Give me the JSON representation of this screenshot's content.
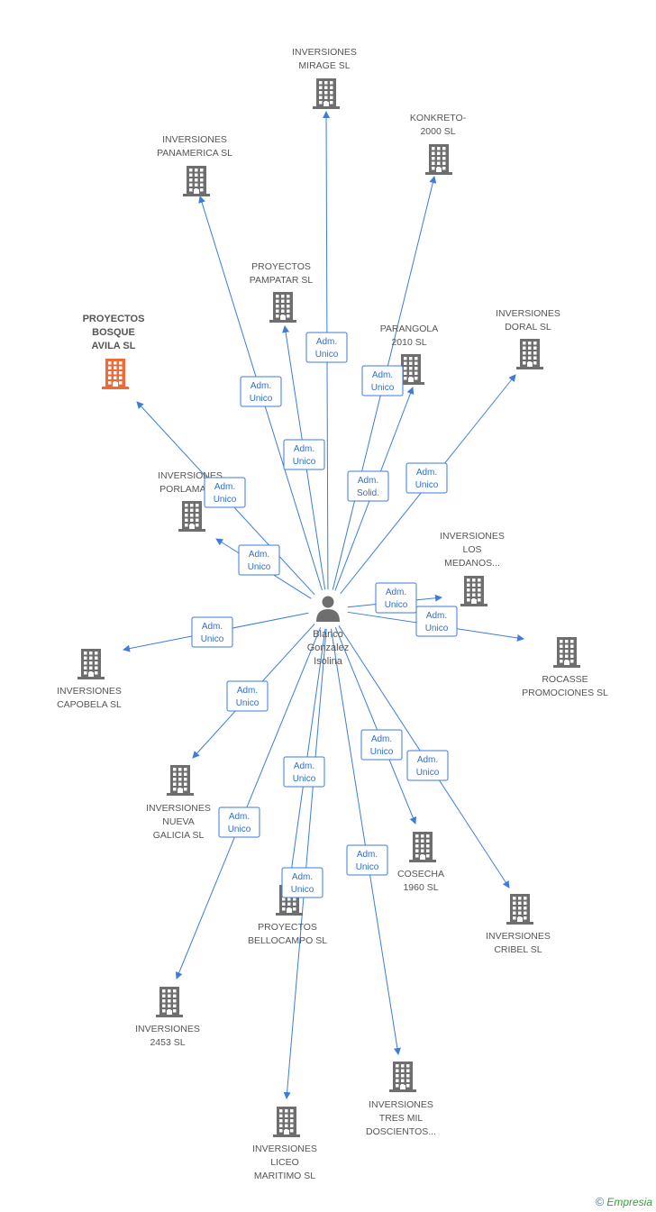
{
  "center": {
    "lines": [
      "Blanco",
      "Gonzalez",
      "Isolina"
    ],
    "icon": "person-icon"
  },
  "colors": {
    "edge": "#3b7dd8",
    "building": "#6e6e6e",
    "highlight": "#f06a35",
    "label": "#555555"
  },
  "nodes": [
    {
      "id": "mirage",
      "lines": [
        "INVERSIONES",
        "MIRAGE SL"
      ],
      "icon": "building-icon"
    },
    {
      "id": "konkreto",
      "lines": [
        "KONKRETO-",
        "2000 SL"
      ],
      "icon": "building-icon"
    },
    {
      "id": "panamerica",
      "lines": [
        "INVERSIONES",
        "PANAMERICA SL"
      ],
      "icon": "building-icon"
    },
    {
      "id": "pampatar",
      "lines": [
        "PROYECTOS",
        "PAMPATAR SL"
      ],
      "icon": "building-icon"
    },
    {
      "id": "bosque",
      "lines": [
        "PROYECTOS",
        "BOSQUE",
        "AVILA SL"
      ],
      "icon": "building-icon",
      "highlight": true
    },
    {
      "id": "parangola",
      "lines": [
        "PARANGOLA",
        "2010 SL"
      ],
      "icon": "building-icon"
    },
    {
      "id": "doral",
      "lines": [
        "INVERSIONES",
        "DORAL SL"
      ],
      "icon": "building-icon"
    },
    {
      "id": "porlamar",
      "lines": [
        "INVERSIONES",
        "PORLAMAR..."
      ],
      "icon": "building-icon"
    },
    {
      "id": "medanos",
      "lines": [
        "INVERSIONES",
        "LOS",
        "MEDANOS..."
      ],
      "icon": "building-icon"
    },
    {
      "id": "capobela",
      "lines": [
        "INVERSIONES",
        "CAPOBELA SL"
      ],
      "icon": "building-icon"
    },
    {
      "id": "rocasse",
      "lines": [
        "ROCASSE",
        "PROMOCIONES SL"
      ],
      "icon": "building-icon"
    },
    {
      "id": "galicia",
      "lines": [
        "INVERSIONES",
        "NUEVA",
        "GALICIA SL"
      ],
      "icon": "building-icon"
    },
    {
      "id": "cosecha",
      "lines": [
        "COSECHA",
        "1960 SL"
      ],
      "icon": "building-icon"
    },
    {
      "id": "cribel",
      "lines": [
        "INVERSIONES",
        "CRIBEL SL"
      ],
      "icon": "building-icon"
    },
    {
      "id": "bellocampo",
      "lines": [
        "PROYECTOS",
        "BELLOCAMPO SL"
      ],
      "icon": "building-icon"
    },
    {
      "id": "i2453",
      "lines": [
        "INVERSIONES",
        "2453 SL"
      ],
      "icon": "building-icon"
    },
    {
      "id": "tresmil",
      "lines": [
        "INVERSIONES",
        "TRES MIL",
        "DOSCIENTOS..."
      ],
      "icon": "building-icon"
    },
    {
      "id": "liceo",
      "lines": [
        "INVERSIONES",
        "LICEO",
        "MARITIMO SL"
      ],
      "icon": "building-icon"
    }
  ],
  "edges": [
    {
      "to": "mirage",
      "label": [
        "Adm.",
        "Unico"
      ]
    },
    {
      "to": "konkreto",
      "label": [
        "Adm.",
        "Unico"
      ]
    },
    {
      "to": "panamerica",
      "label": [
        "Adm.",
        "Unico"
      ]
    },
    {
      "to": "pampatar",
      "label": [
        "Adm.",
        "Unico"
      ]
    },
    {
      "to": "bosque",
      "label": [
        "Adm.",
        "Unico"
      ]
    },
    {
      "to": "parangola",
      "label": [
        "Adm.",
        "Solid."
      ]
    },
    {
      "to": "doral",
      "label": [
        "Adm.",
        "Unico"
      ]
    },
    {
      "to": "porlamar",
      "label": [
        "Adm.",
        "Unico"
      ]
    },
    {
      "to": "medanos",
      "label": [
        "Adm.",
        "Unico"
      ]
    },
    {
      "to": "capobela",
      "label": [
        "Adm.",
        "Unico"
      ]
    },
    {
      "to": "rocasse",
      "label": [
        "Adm.",
        "Unico"
      ]
    },
    {
      "to": "galicia",
      "label": [
        "Adm.",
        "Unico"
      ]
    },
    {
      "to": "cosecha",
      "label": [
        "Adm.",
        "Unico"
      ]
    },
    {
      "to": "cribel",
      "label": [
        "Adm.",
        "Unico"
      ]
    },
    {
      "to": "bellocampo",
      "label": [
        "Adm.",
        "Unico"
      ]
    },
    {
      "to": "i2453",
      "label": [
        "Adm.",
        "Unico"
      ]
    },
    {
      "to": "tresmil",
      "label": [
        "Adm.",
        "Unico"
      ]
    },
    {
      "to": "liceo",
      "label": [
        "Adm.",
        "Unico"
      ]
    }
  ],
  "watermark": {
    "copyright": "©",
    "brand": "Empresia"
  }
}
